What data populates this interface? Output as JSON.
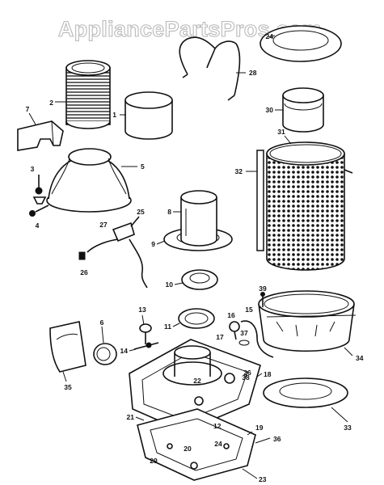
{
  "watermark": "AppliancePartsPros.com",
  "callouts": {
    "n1": "1",
    "n2": "2",
    "n3": "3",
    "n4": "4",
    "n5": "5",
    "n6": "6",
    "n7": "7",
    "n8": "8",
    "n9": "9",
    "n10": "10",
    "n11": "11",
    "n12": "12",
    "n13": "13",
    "n14": "14",
    "n15": "15",
    "n16": "16",
    "n17": "17",
    "n18": "18",
    "n19": "19",
    "n20": "20",
    "n21": "21",
    "n22": "22",
    "n23": "23",
    "n24": "24",
    "n25": "25",
    "n26": "26",
    "n27": "27",
    "n28": "28",
    "n29": "29",
    "n30": "30",
    "n31": "31",
    "n32": "32",
    "n33": "33",
    "n34": "34",
    "n35": "35",
    "n36": "36",
    "n37": "37",
    "n38": "38",
    "n39": "39"
  }
}
